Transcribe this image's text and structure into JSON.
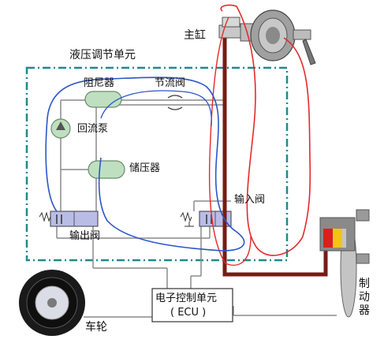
{
  "labels": {
    "master_cylinder": "主缸",
    "unit_title": "液压调节单元",
    "damper": "阻尼器",
    "throttle_valve": "节流阀",
    "return_pump": "回流泵",
    "accumulator": "储压器",
    "inlet_valve": "输入阀",
    "outlet_valve": "输出阀",
    "ecu_line1": "电子控制单元",
    "ecu_line2": "( ECU )",
    "wheel": "车轮",
    "brake_chars": [
      "制",
      "动",
      "器"
    ]
  },
  "colors": {
    "dashed_frame": "#1e8a8c",
    "hydraulic_line": "#7a1a14",
    "component_fill": "#bfe0c0",
    "valve_fill": "#b9bde6",
    "red_annotation": "#e8282a",
    "blue_annotation": "#2c56c8",
    "caliper_red": "#d8201e",
    "caliper_yellow": "#f0c418"
  }
}
